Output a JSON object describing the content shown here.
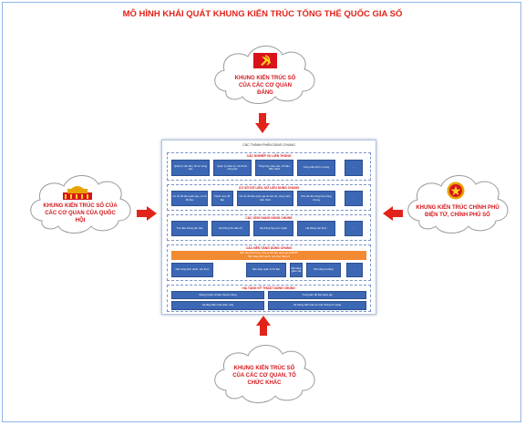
{
  "title": "MÔ HÌNH KHÁI QUÁT KHUNG KIẾN TRÚC TỔNG THỂ QUỐC GIA SỐ",
  "clouds": {
    "top": {
      "label": "KHUNG KIẾN TRÚC SỐ CỦA CÁC CƠ QUAN ĐẢNG",
      "icon": "party-flag-icon"
    },
    "left": {
      "label": "KHUNG KIẾN TRÚC SỐ CỦA CÁC CƠ QUAN CỦA QUỐC HỘI",
      "icon": "national-assembly-icon"
    },
    "right": {
      "label": "KHUNG KIẾN TRÚC CHÍNH PHỦ ĐIỆN TỬ, CHÍNH PHỦ SỐ",
      "icon": "national-emblem-icon"
    },
    "bottom": {
      "label": "KHUNG KIẾN TRÚC SỐ CỦA CÁC CƠ QUAN, TỔ CHỨC KHÁC"
    }
  },
  "colors": {
    "title": "#e2231a",
    "arrow": "#e2231a",
    "block": "#3c67b4",
    "orange_bar": "#f28a32",
    "flag": "#d8131a",
    "star": "#ffd21f"
  },
  "panel": {
    "heading": "CÁC THÀNH PHẦN DÙNG CHUNG",
    "sections": [
      {
        "title": "CÁC NGHIỆP VỤ LIÊN THÔNG",
        "blocks": [
          "Quản lý văn bản, hồ sơ công việc",
          "Quản lý nhân sự, tài chính, công sản",
          "Tổng hợp, báo cáo, chỉ đạo, điều hành",
          "Cung cấp dịch vụ công",
          "..."
        ]
      },
      {
        "title": "CƠ SỞ DỮ LIỆU, DỮ LIỆU DÙNG CHUNG",
        "blocks": [
          "Cơ sở dữ liệu quốc gia, cơ sở dữ liệu",
          "Danh mục dữ liệu",
          "Cơ sở dữ liệu quốc gia về cán bộ, công chức, viên chức",
          "Kho dữ liệu tổng hợp dùng chung",
          "..."
        ]
      },
      {
        "title": "CÁC ỨNG DỤNG DÙNG CHUNG",
        "blocks": [
          "Trục liên thông văn bản",
          "Hệ thống thư điện tử",
          "Hệ thống họp trực tuyến",
          "Hệ thống xác thực",
          "..."
        ]
      },
      {
        "title": "CÁC NỀN TẢNG DÙNG CHUNG",
        "orange": "Nền tảng tích hợp, chia sẻ dữ liệu quốc gia (NDXP)",
        "orange2": "Nền tảng định danh, xác thực điện tử",
        "blocks": [
          "Nền tảng định danh, xác thực",
          "Nền tảng quản lý dữ liệu",
          "Nền tảng giám sát",
          "Nền tảng hạ tầng",
          "..."
        ]
      },
      {
        "title": "HẠ TẦNG KỸ THUẬT DÙNG CHUNG",
        "blocks": [
          "Mạng truyền số liệu chuyên dùng",
          "Trung tâm dữ liệu quốc gia",
          "Hạ tầng điện toán đám mây",
          "Hệ thống đảm bảo an toàn thông tin mạng"
        ]
      }
    ]
  }
}
